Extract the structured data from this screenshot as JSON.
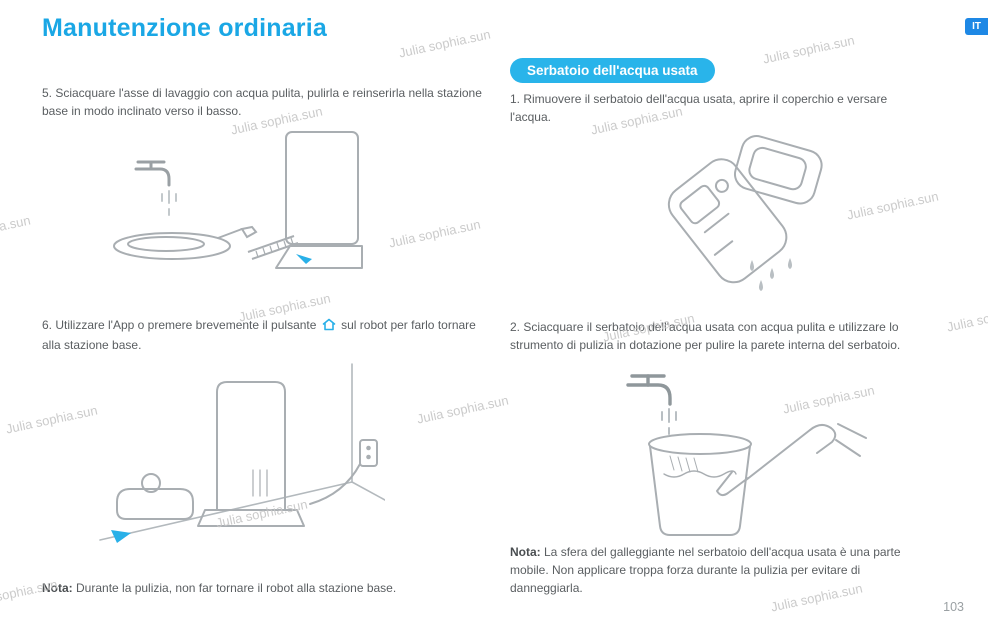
{
  "page": {
    "title": "Manutenzione ordinaria",
    "lang_badge": "IT",
    "page_number": "103",
    "watermark": "Julia sophia.sun"
  },
  "left": {
    "step5": "5. Sciacquare l'asse di lavaggio con acqua pulita, pulirla e reinserirla nella stazione base in modo inclinato verso il basso.",
    "step6_before": "6. Utilizzare l'App o premere brevemente il pulsante ",
    "step6_after": " sul robot per farlo tornare alla stazione base.",
    "nota_label": "Nota:",
    "nota_text": " Durante la pulizia, non far tornare il robot alla stazione base."
  },
  "right": {
    "badge": "Serbatoio dell'acqua usata",
    "step1": "1. Rimuovere il serbatoio dell'acqua usata, aprire il coperchio e versare l'acqua.",
    "step2": "2. Sciacquare il serbatoio dell'acqua usata con acqua pulita e utilizzare lo strumento di pulizia in dotazione per pulire la parete interna del serbatoio.",
    "nota_label": "Nota:",
    "nota_text": " La sfera del galleggiante nel serbatoio dell'acqua usata è una parte mobile. Non applicare troppa forza durante la pulizia per evitare di danneggiarla."
  },
  "icons": {
    "home_button": "home-icon",
    "faucet": "faucet-icon"
  },
  "colors": {
    "accent": "#1aa7e5",
    "badge_bg": "#29b4ea",
    "it_badge_bg": "#1e88e5",
    "body_text": "#5a5e61",
    "line_art": "#a9aeb2",
    "watermark": "#c6c6c6"
  }
}
